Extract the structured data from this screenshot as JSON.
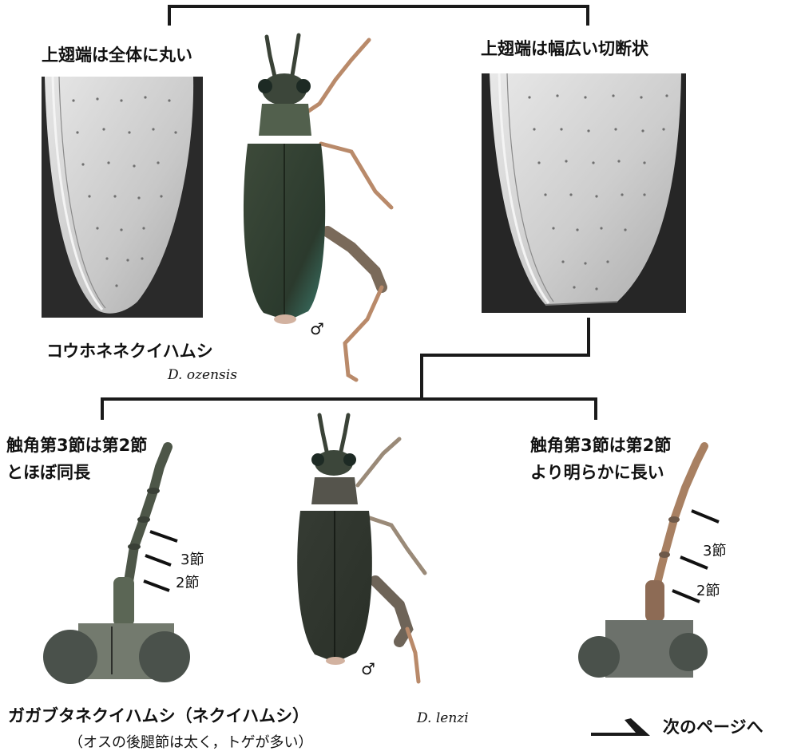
{
  "couplet1": {
    "left_heading": "上翅端は全体に丸い",
    "right_heading": "上翅端は幅広い切断状"
  },
  "species_ozensis": {
    "japanese_name": "コウホネネクイハムシ",
    "scientific_name": "D. ozensis",
    "sex_symbol": "♂"
  },
  "couplet2": {
    "left_heading_line1": "触角第3節は第2節",
    "left_heading_line2": "とほぼ同長",
    "right_heading_line1": "触角第3節は第2節",
    "right_heading_line2": "より明らかに長い"
  },
  "antenna_labels": {
    "segment3": "3節",
    "segment2": "2節"
  },
  "species_lenzi": {
    "japanese_name": "ガガブタネクイハムシ（ネクイハムシ）",
    "note": "（オスの後腿節は太く，トゲが多い）",
    "scientific_name": "D. lenzi",
    "sex_symbol": "♂"
  },
  "navigation": {
    "next_page_label": "次のページへ"
  },
  "colors": {
    "line": "#1a1a1a",
    "sem_bg": "#2b2b2b",
    "sem_surface": "#cfcfcf",
    "beetle_body": "#2f3f2e",
    "beetle_leg": "#b98a6a"
  }
}
